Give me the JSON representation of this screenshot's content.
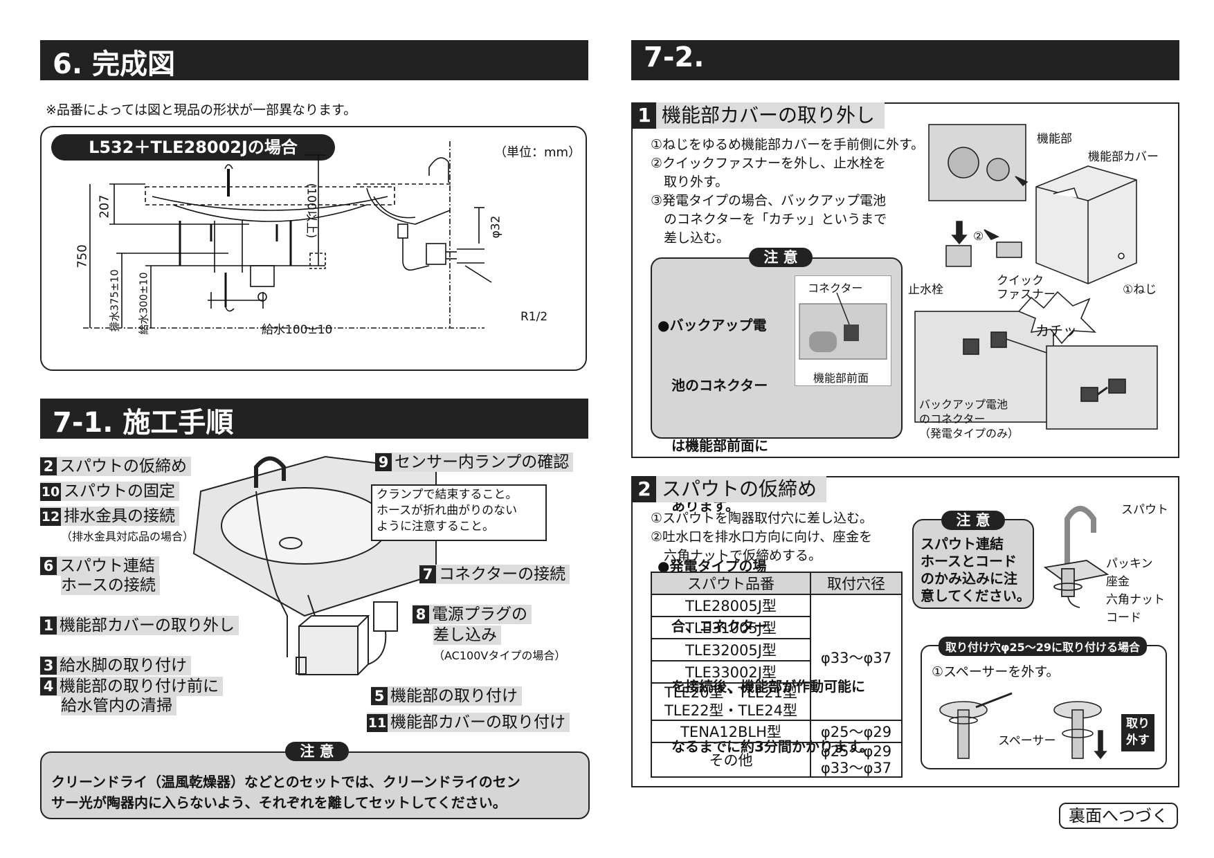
{
  "left": {
    "sec6": {
      "title": "6. 完成図",
      "note": "※品番によっては図と現品の形状が一部異なります。",
      "case_label": "L532＋TLE28002Jの場合",
      "unit": "（単位：mm）",
      "dims": {
        "d207": "207",
        "d750": "750",
        "d100": "(100以上)",
        "drain": "排水375±10",
        "supply300": "給水300±10",
        "supply100": "給水100±10",
        "phi32": "φ32",
        "r12": "R1/2"
      }
    },
    "sec71": {
      "title": "7-1. 施工手順",
      "steps": [
        {
          "n": "2",
          "text": "スパウトの仮締め"
        },
        {
          "n": "10",
          "text": "スパウトの固定"
        },
        {
          "n": "12",
          "text": "排水金具の接続",
          "sub": "（排水金具対応品の場合）"
        },
        {
          "n": "6",
          "text": "スパウト連結",
          "text2": "ホースの接続"
        },
        {
          "n": "1",
          "text": "機能部カバーの取り外し"
        },
        {
          "n": "3",
          "text": "給水脚の取り付け"
        },
        {
          "n": "4",
          "text": "機能部の取り付け前に",
          "text2": "給水管内の清掃"
        },
        {
          "n": "9",
          "text": "センサー内ランプの確認"
        },
        {
          "n": "7",
          "text": "コネクターの接続"
        },
        {
          "n": "8",
          "text": "電源プラグの",
          "text2": "差し込み",
          "sub": "（AC100Vタイプの場合）"
        },
        {
          "n": "5",
          "text": "機能部の取り付け"
        },
        {
          "n": "11",
          "text": "機能部カバーの取り付け"
        }
      ],
      "clamp_note": [
        "クランプで結束すること。",
        "ホースが折れ曲がりのない",
        "ように注意すること。"
      ],
      "caution_tag": "注 意",
      "caution_text": [
        "クリーンドライ（温風乾燥器）などとのセットでは、クリーンドライのセン",
        "サー光が陶器内に入らないよう、それぞれを離してセットしてください。"
      ]
    }
  },
  "right": {
    "title": "7-2.",
    "sec1": {
      "num": "1",
      "heading": "機能部カバーの取り外し",
      "items": [
        "①ねじをゆるめ機能部カバーを手前側に外す。",
        "②クイックファスナーを外し、止水栓を",
        "　取り外す。",
        "③発電タイプの場合、バックアップ電池",
        "　のコネクターを「カチッ」というまで",
        "　差し込む。"
      ],
      "caution_tag": "注 意",
      "caution_lines": [
        "●バックアップ電",
        "　池のコネクター",
        "　は機能部前面に",
        "　あります。",
        "●発電タイプの場",
        "　合、コネクター",
        "　を接続後、機能部が作動可能に",
        "　なるまでに約3分間かかります。"
      ],
      "labels": {
        "connector": "コネクター",
        "front": "機能部前面",
        "unit": "機能部",
        "cover": "機能部カバー",
        "valve": "止水栓",
        "fastener1": "クイック",
        "fastener2": "ファスナー",
        "screw": "①ねじ",
        "click": "カチッ",
        "battery1": "バックアップ電池",
        "battery2": "のコネクター",
        "battery3": "（発電タイプのみ）",
        "circle2": "②"
      }
    },
    "sec2": {
      "num": "2",
      "heading": "スパウトの仮締め",
      "items": [
        "①スパウトを陶器取付穴に差し込む。",
        "②吐水口を排水口方向に向け、座金を",
        "　六角ナットで仮締めする。"
      ],
      "table": {
        "headers": [
          "スパウト品番",
          "取付穴径"
        ],
        "rows": [
          {
            "model": "TLE28005J型"
          },
          {
            "model": "TLE31005J型"
          },
          {
            "model": "TLE32005J型"
          },
          {
            "model": "TLE33002J型"
          },
          {
            "model": "TLE20型・TLE21型",
            "model2": "TLE22型・TLE24型"
          },
          {
            "model": "TENA12BLH型",
            "hole": "φ25〜φ29"
          },
          {
            "model": "その他",
            "hole": "φ25〜φ29",
            "hole2": "φ33〜φ37"
          }
        ],
        "shared_hole": "φ33〜φ37"
      },
      "caution_tag": "注 意",
      "caution_lines": [
        "スパウト連結",
        "ホースとコード",
        "のかみ込みに注",
        "意してください。"
      ],
      "spout_labels": {
        "spout": "スパウト",
        "packing": "パッキン",
        "washer": "座金",
        "nut": "六角ナット",
        "cord": "コード"
      },
      "hole_box": {
        "title": "取り付け穴φ25〜29に取り付ける場合",
        "step": "①スペーサーを外す。",
        "spacer": "スペーサー",
        "remove1": "取り",
        "remove2": "外す"
      }
    },
    "continue": "裏面へつづく"
  }
}
